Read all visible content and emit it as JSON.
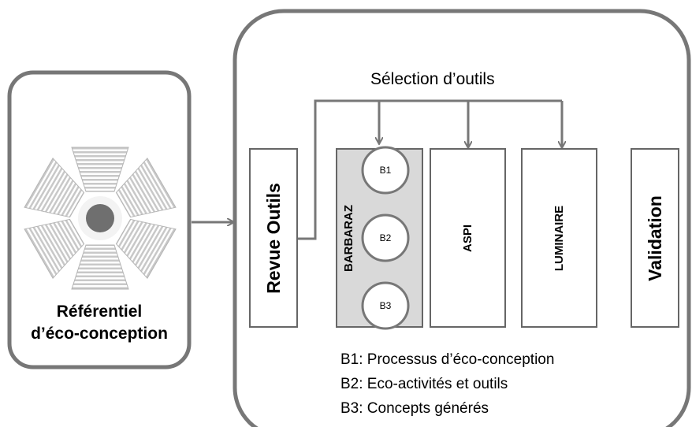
{
  "referentiel": {
    "label_line1": "Référentiel",
    "label_line2": "d’éco-conception"
  },
  "selection_label": "Sélection d’outils",
  "columns": {
    "revue": "Revue Outils",
    "barbaraz": "BARBARAZ",
    "aspi": "ASPI",
    "luminaire": "LUMINAIRE",
    "validation": "Validation"
  },
  "barbaraz_items": [
    "B1",
    "B2",
    "B3"
  ],
  "legend": [
    "B1: Processus d’éco-conception",
    "B2: Eco-activités et outils",
    "B3: Concepts générés"
  ],
  "colors": {
    "stroke": "#777777",
    "barbaraz_fill": "#d9d9d9",
    "hub": "#6f6f6f"
  }
}
